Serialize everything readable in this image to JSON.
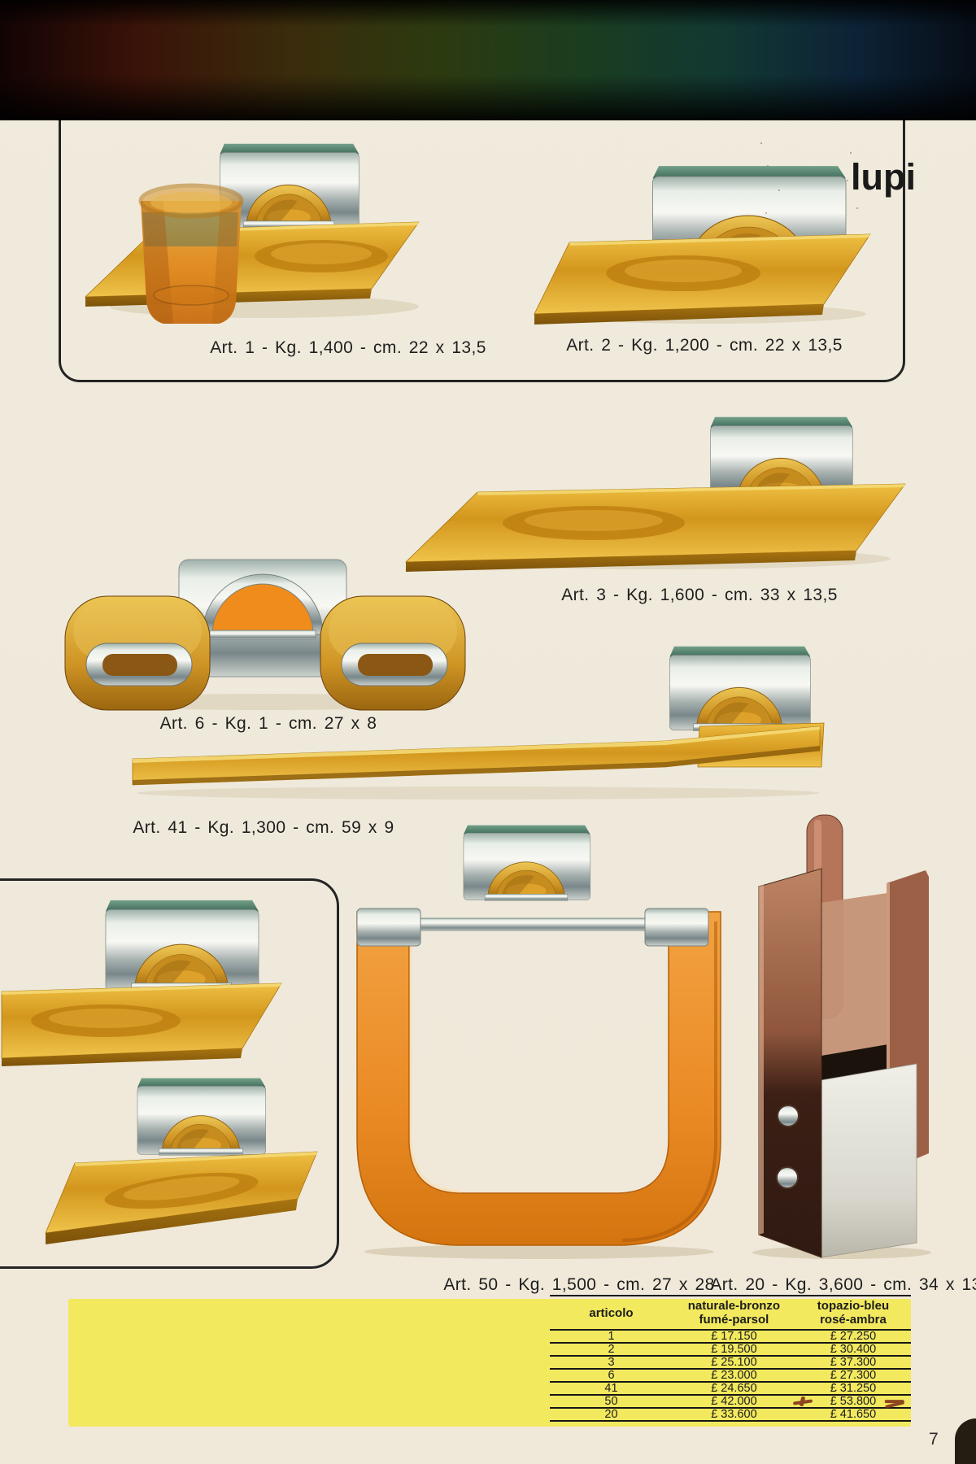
{
  "page": {
    "brand": "lupi",
    "page_number": "7"
  },
  "products": [
    {
      "name": "Art. 1",
      "caption": "Art. 1 - Kg. 1,400 - cm. 22 x 13,5"
    },
    {
      "name": "Art. 2",
      "caption": "Art. 2 - Kg. 1,200 - cm. 22 x 13,5"
    },
    {
      "name": "Art. 3",
      "caption": "Art. 3 - Kg. 1,600 - cm. 33 x 13,5"
    },
    {
      "name": "Art. 6",
      "caption": "Art. 6 - Kg. 1 - cm. 27 x 8"
    },
    {
      "name": "Art. 41",
      "caption": "Art. 41 - Kg. 1,300 - cm. 59 x 9"
    },
    {
      "name": "Art. 50",
      "caption": "Art. 50 - Kg. 1,500 - cm. 27 x 28"
    },
    {
      "name": "Art. 20",
      "caption": "Art. 20 - Kg. 3,600 - cm. 34 x 13"
    }
  ],
  "price_table": {
    "headers": {
      "articolo": "articolo",
      "col1": "naturale-bronzo\nfumé-parsol",
      "col2": "topazio-bleu\nrosé-ambra"
    },
    "rows": [
      {
        "articolo": "1",
        "col1": "£ 17.150",
        "col2": "£ 27.250"
      },
      {
        "articolo": "2",
        "col1": "£ 19.500",
        "col2": "£ 30.400"
      },
      {
        "articolo": "3",
        "col1": "£ 25.100",
        "col2": "£ 37.300"
      },
      {
        "articolo": "6",
        "col1": "£ 23.000",
        "col2": "£ 27.300"
      },
      {
        "articolo": "41",
        "col1": "£ 24.650",
        "col2": "£ 31.250"
      },
      {
        "articolo": "50",
        "col1": "£ 42.000",
        "col2": "£ 53.800"
      },
      {
        "articolo": "20",
        "col1": "£ 33.600",
        "col2": "£ 41.650"
      }
    ]
  },
  "colors": {
    "amber": "#d89a25",
    "orange": "#ef8c1c",
    "table_bg": "#f2e95e",
    "page_bg": "#efe9db"
  }
}
